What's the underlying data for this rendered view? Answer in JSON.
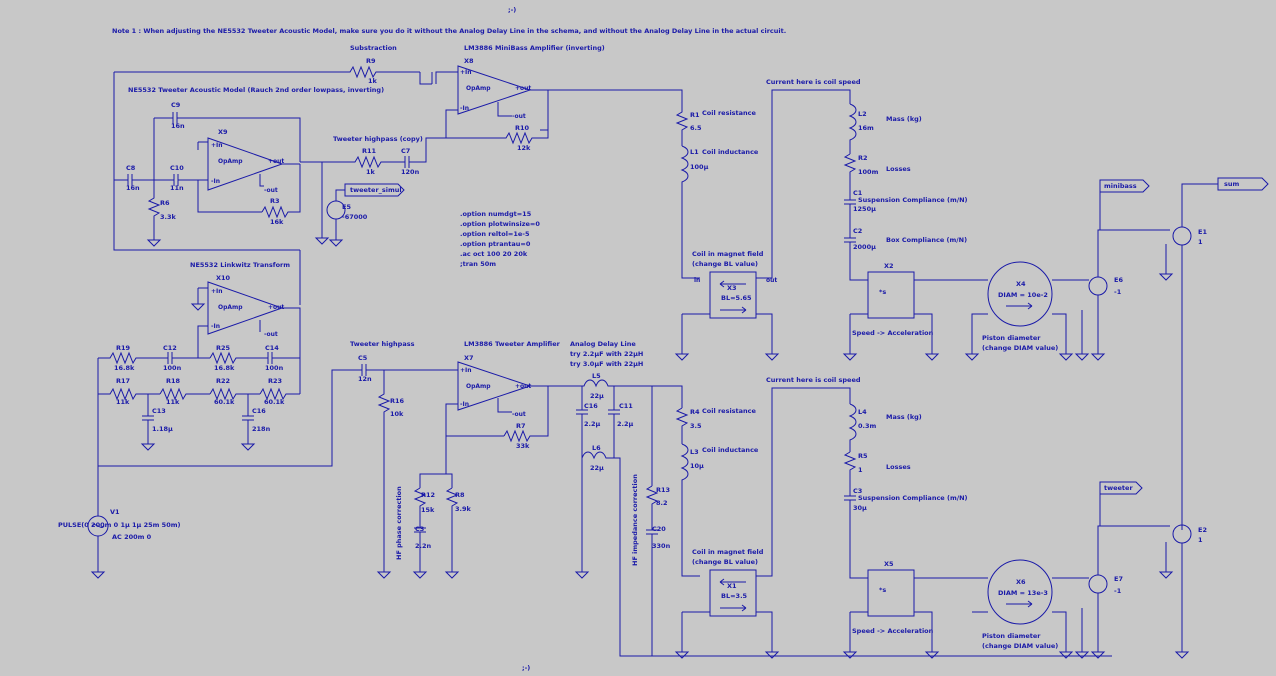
{
  "top_marker": ";-)",
  "bottom_marker": ";-)",
  "note": "Note 1 : When adjusting the NE5532 Tweeter Acoustic Model, make sure you do it without the Analog Delay Line in the schema, and without the Analog Delay Line in the actual circuit.",
  "labels": {
    "substraction": "Substraction",
    "minibass_amp": "LM3886 MiniBass Amplifier (inverting)",
    "acoustic_model": "NE5532 Tweeter Acoustic Model (Rauch 2nd order lowpass, inverting)",
    "tweeter_hp_copy": "Tweeter highpass (copy)",
    "linkwitz": "NE5532 Linkwitz Transform",
    "tweeter_hp": "Tweeter highpass",
    "tweeter_amp": "LM3886 Tweeter Amplifier",
    "delay_line": "Analog Delay Line",
    "delay_try1": "try 2.2µF with 22µH",
    "delay_try2": "try 3.0µF with 22µH",
    "coil_speed_top": "Current here is coil speed",
    "coil_speed_bot": "Current here is coil speed",
    "coil_res_top": "Coil resistance",
    "coil_ind_top": "Coil inductance",
    "coil_res_bot": "Coil resistance",
    "coil_ind_bot": "Coil inductance",
    "mass_top": "Mass (kg)",
    "losses_top": "Losses",
    "susp_top": "Suspension Compliance (m/N)",
    "box_top": "Box Compliance (m/N)",
    "mass_bot": "Mass (kg)",
    "losses_bot": "Losses",
    "susp_bot": "Suspension Compliance (m/N)",
    "magnet_top1": "Coil in magnet field",
    "magnet_top2": "(change BL value)",
    "magnet_bot1": "Coil in magnet field",
    "magnet_bot2": "(change BL value)",
    "speed_acc_top": "Speed -> Acceleration",
    "speed_acc_bot": "Speed -> Acceleration",
    "piston_top1": "Piston diameter",
    "piston_top2": "(change DIAM value)",
    "piston_bot1": "Piston diameter",
    "piston_bot2": "(change DIAM value)",
    "hf_phase": "HF phase correction",
    "hf_imp": "HF impedance correction"
  },
  "spice": [
    ".option numdgt=15",
    ".option plotwinsize=0",
    ".option reltol=1e-5",
    ".option ptrantau=0",
    ".ac oct 100 20 20k",
    ";tran 50m"
  ],
  "nets": {
    "tweeter_simul": "tweeter_simul",
    "minibass": "minibass",
    "sum": "sum",
    "tweeter": "tweeter"
  },
  "parts": {
    "R9": "R9",
    "R9v": "1k",
    "X8": "X8",
    "X9": "X9",
    "X10": "X10",
    "X7": "X7",
    "opamp": "OpAmp",
    "in_p": "+In",
    "in_n": "-In",
    "out_p": "+out",
    "out_n": "-out",
    "R1": "R1",
    "R1v": "6.5",
    "L1": "L1",
    "L1v": "100µ",
    "R10": "R10",
    "R10v": "12k",
    "C9": "C9",
    "C9v": "16n",
    "C8": "C8",
    "C8v": "16n",
    "C10": "C10",
    "C10v": "11n",
    "R11": "R11",
    "R11v": "1k",
    "C7": "C7",
    "C7v": "120n",
    "R6": "R6",
    "R6v": "3.3k",
    "R3": "R3",
    "R3v": "16k",
    "E5": "E5",
    "E5v": "-67000",
    "L2": "L2",
    "L2v": "16m",
    "R2": "R2",
    "R2v": "100m",
    "C1": "C1",
    "C1v": "1250µ",
    "C2": "C2",
    "C2v": "2000µ",
    "X3": "X3",
    "X3v": "BL=5.65",
    "X2": "X2",
    "X4": "X4",
    "X4v": "DIAM = 10e-2",
    "E6": "E6",
    "E6v": "-1",
    "E1": "E1",
    "E1v": "1",
    "R19": "R19",
    "R19v": "16.8k",
    "C12": "C12",
    "C12v": "100n",
    "R25": "R25",
    "R25v": "16.8k",
    "C14": "C14",
    "C14v": "100n",
    "R17": "R17",
    "R17v": "11k",
    "R18": "R18",
    "R18v": "11k",
    "R22": "R22",
    "R22v": "60.1k",
    "R23": "R23",
    "R23v": "60.1k",
    "C13": "C13",
    "C13v": "1.18µ",
    "C16": "C16",
    "C16v": "218n",
    "C5": "C5",
    "C5v": "12n",
    "R16": "R16",
    "R16v": "10k",
    "R7": "R7",
    "R7v": "33k",
    "R12": "R12",
    "R12v": "15k",
    "C3": "C3",
    "C3v": "2.2n",
    "R8": "R8",
    "R8v": "3.9k",
    "L5": "L5",
    "L5v": "22µ",
    "C15": "C16",
    "C15v": "2.2µ",
    "C11": "C11",
    "C11v": "2.2µ",
    "L6": "L6",
    "L6v": "22µ",
    "R13": "R13",
    "R13v": "8.2",
    "C20": "C20",
    "C20v": "330n",
    "R4": "R4",
    "R4v": "3.5",
    "L3": "L3",
    "L3v": "10µ",
    "L4": "L4",
    "L4v": "0.3m",
    "R5": "R5",
    "R5v": "1",
    "C3b": "C3",
    "C3bv": "30µ",
    "X1": "X1",
    "X1v": "BL=3.5",
    "X5": "X5",
    "X6": "X6",
    "X6v": "DIAM = 13e-3",
    "E7": "E7",
    "E7v": "-1",
    "E2": "E2",
    "E2v": "1",
    "V1": "V1",
    "V1v1": "PULSE(0 200m 0 1µ 1µ 25m 50m)",
    "V1v2": "AC 200m 0",
    "s_block": "*s",
    "pin_in": "in",
    "pin_out": "out"
  }
}
